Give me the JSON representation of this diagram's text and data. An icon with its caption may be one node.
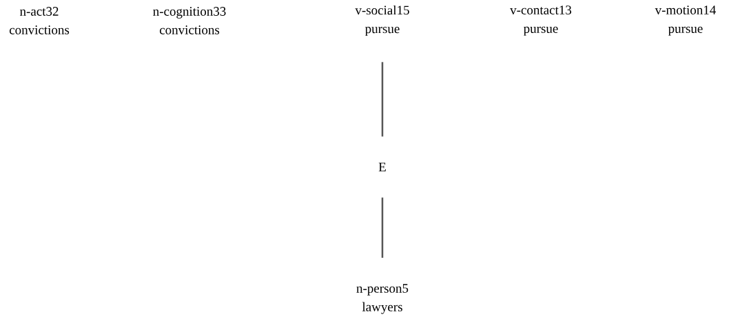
{
  "diagram": {
    "nodes": [
      {
        "text": [
          "n-act32",
          "convictions"
        ]
      },
      {
        "text": [
          "n-cognition33",
          "convictions"
        ]
      },
      {
        "text": [
          "v-social15",
          "pursue"
        ]
      },
      {
        "text": [
          "v-contact13",
          "pursue"
        ]
      },
      {
        "text": [
          "v-motion14",
          "pursue"
        ]
      },
      {
        "text": [
          "E"
        ]
      },
      {
        "text": [
          "n-person5",
          "lawyers"
        ]
      }
    ],
    "edges": [
      {
        "from": 2,
        "to": 5,
        "arrow": "none"
      },
      {
        "from": 5,
        "to": 6,
        "arrow": "none"
      }
    ]
  }
}
